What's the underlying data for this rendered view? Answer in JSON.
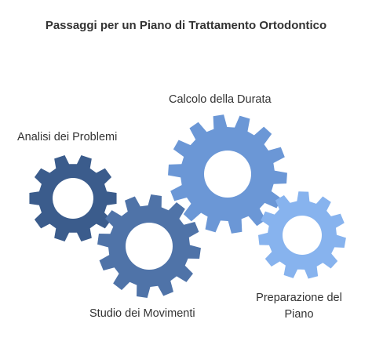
{
  "title": "Passaggi per un Piano di Trattamento Ortodontico",
  "steps": [
    {
      "label": "Analisi dei Problemi",
      "color": "#3b5c8c"
    },
    {
      "label": "Calcolo della Durata",
      "color": "#6b97d6"
    },
    {
      "label": "Studio dei Movimenti",
      "color": "#4f73a8"
    },
    {
      "label_line1": "Preparazione del",
      "label_line2": "Piano",
      "color": "#87b3ee"
    }
  ]
}
